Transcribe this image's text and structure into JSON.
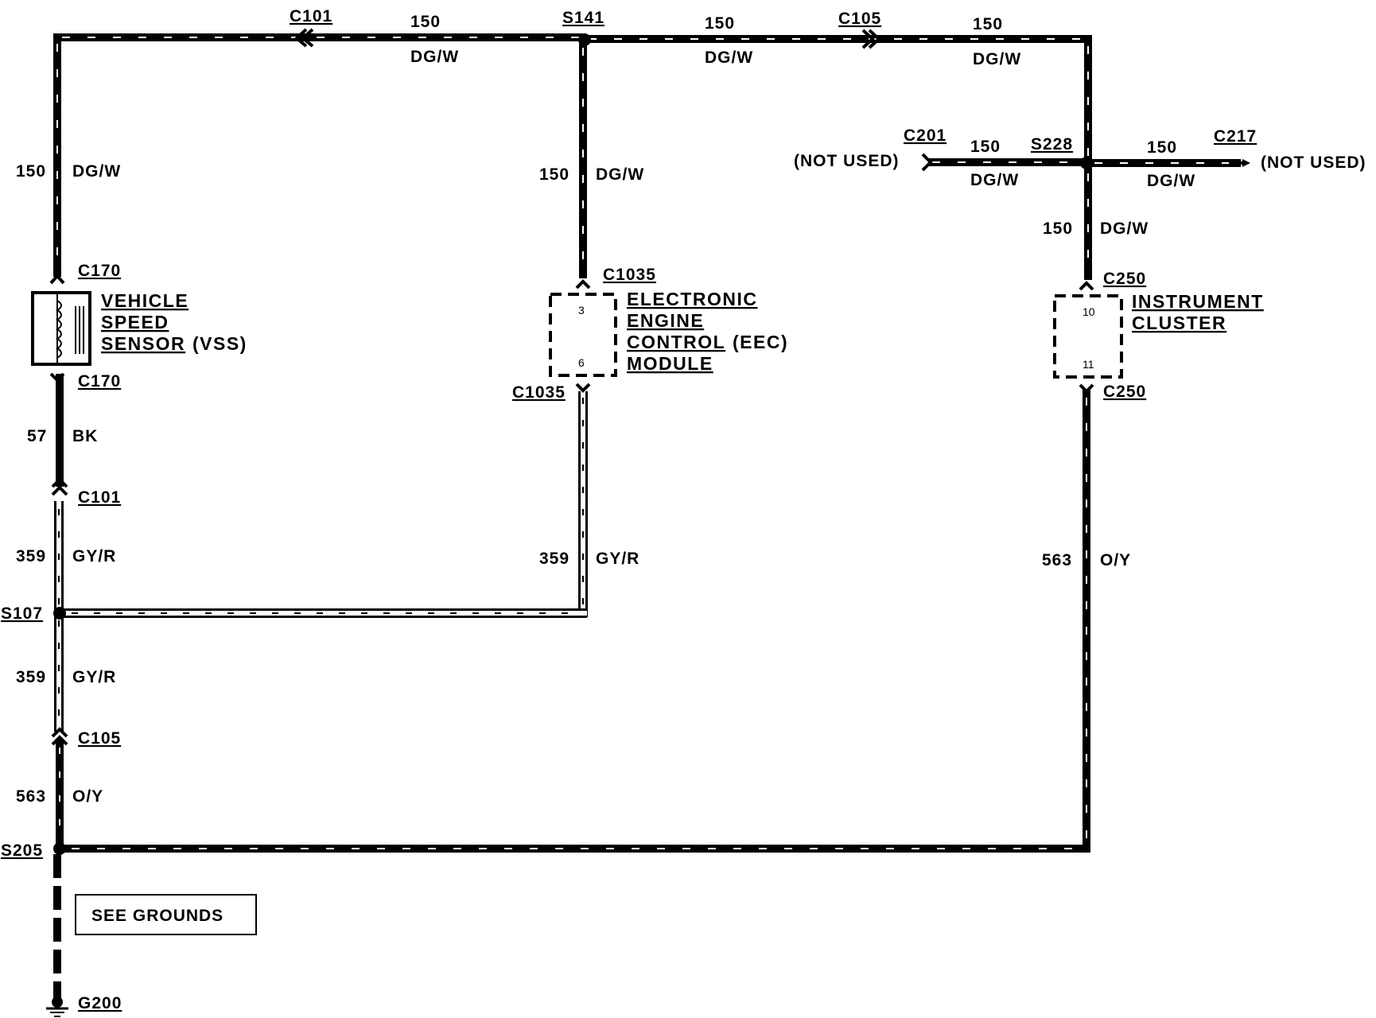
{
  "splices": {
    "s141": "S141",
    "s228": "S228",
    "s107": "S107",
    "s205": "S205"
  },
  "connectors": {
    "c101_top": "C101",
    "c105_top": "C105",
    "c201": "C201",
    "c217": "C217",
    "c170_top": "C170",
    "c170_bottom": "C170",
    "c101_left": "C101",
    "c105_left": "C105",
    "c1035_top": "C1035",
    "c1035_bottom": "C1035",
    "c250_top": "C250",
    "c250_bottom": "C250"
  },
  "circuits": {
    "top_left_num": "150",
    "top_left_color": "DG/W",
    "top_mid_num": "150",
    "top_mid_color": "DG/W",
    "top_right_num": "150",
    "top_right_color": "DG/W",
    "left_top_num": "150",
    "left_top_color": "DG/W",
    "eec_top_num": "150",
    "eec_top_color": "DG/W",
    "c201_num": "150",
    "c201_color": "DG/W",
    "c217_num": "150",
    "c217_color": "DG/W",
    "ic_top_num": "150",
    "ic_top_color": "DG/W",
    "vss_bk_num": "57",
    "vss_bk_color": "BK",
    "left_gyr1_num": "359",
    "left_gyr1_color": "GY/R",
    "left_gyr2_num": "359",
    "left_gyr2_color": "GY/R",
    "eec_gyr_num": "359",
    "eec_gyr_color": "GY/R",
    "left_oy_num": "563",
    "left_oy_color": "O/Y",
    "right_oy_num": "563",
    "right_oy_color": "O/Y"
  },
  "components": {
    "vss": {
      "line1": "VEHICLE",
      "line2": "SPEED",
      "line3": "SENSOR",
      "suffix": "(VSS)"
    },
    "eec": {
      "line1": "ELECTRONIC",
      "line2": "ENGINE",
      "line3": "CONTROL",
      "line3_suffix": "(EEC)",
      "line4": "MODULE",
      "pin_top": "3",
      "pin_bottom": "6"
    },
    "cluster": {
      "line1": "INSTRUMENT",
      "line2": "CLUSTER",
      "pin_top": "10",
      "pin_bottom": "11"
    }
  },
  "notes": {
    "not_used_left": "(NOT USED)",
    "not_used_right": "(NOT USED)",
    "see_grounds": "SEE GROUNDS",
    "ground": "G200"
  }
}
